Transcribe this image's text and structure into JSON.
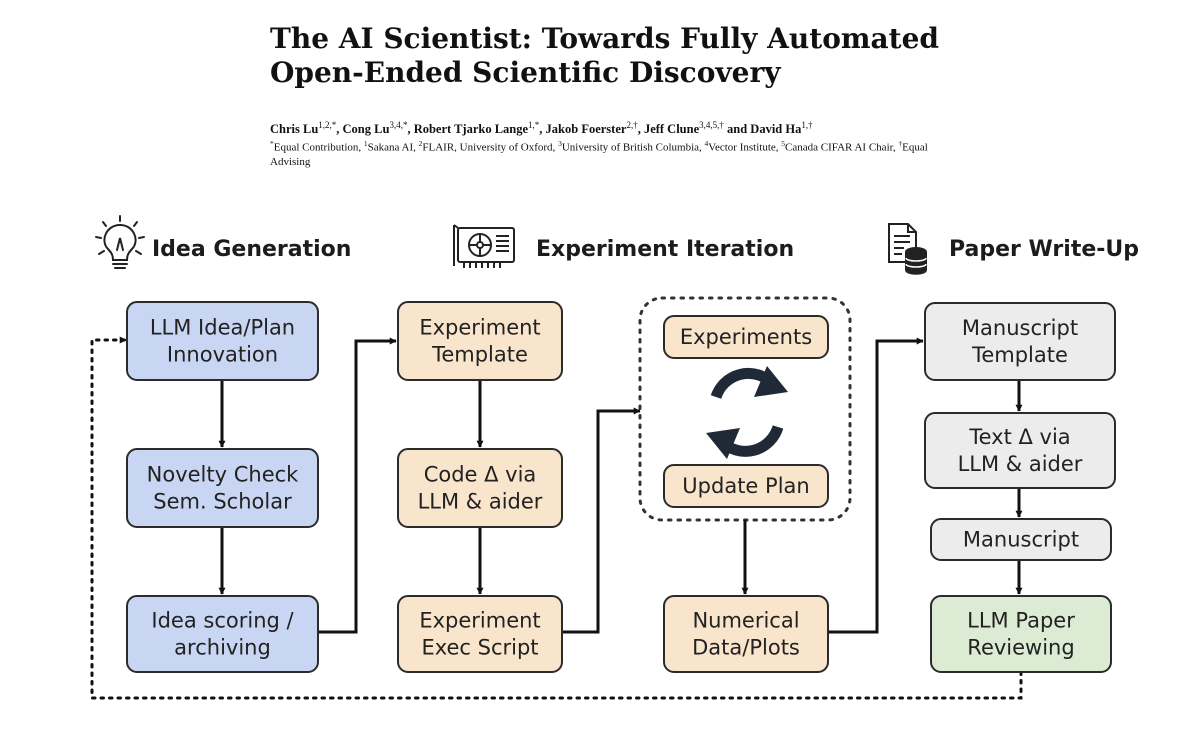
{
  "paper": {
    "title_line1": "The AI Scientist: Towards Fully Automated",
    "title_line2": "Open-Ended Scientific Discovery",
    "authors": [
      {
        "name": "Chris Lu",
        "sup": "1,2,*"
      },
      {
        "name": "Cong Lu",
        "sup": "3,4,*"
      },
      {
        "name": "Robert Tjarko Lange",
        "sup": "1,*"
      },
      {
        "name": "Jakob Foerster",
        "sup": "2,†"
      },
      {
        "name": "Jeff Clune",
        "sup": "3,4,5,†"
      },
      {
        "name": "David Ha",
        "sup": "1,†"
      }
    ],
    "author_sep": ", ",
    "author_last_sep": " and ",
    "affiliations": [
      {
        "sup": "*",
        "text": "Equal Contribution, "
      },
      {
        "sup": "1",
        "text": "Sakana AI, "
      },
      {
        "sup": "2",
        "text": "FLAIR, University of Oxford, "
      },
      {
        "sup": "3",
        "text": "University of British Columbia, "
      },
      {
        "sup": "4",
        "text": "Vector Institute, "
      },
      {
        "sup": "5",
        "text": "Canada CIFAR AI Chair, "
      },
      {
        "sup": "†",
        "text": "Equal Advising"
      }
    ]
  },
  "diagram": {
    "stages": {
      "idea": "Idea Generation",
      "experiment": "Experiment Iteration",
      "paper": "Paper Write-Up"
    },
    "icons": {
      "idea": "lightbulb-icon",
      "experiment": "gpu-card-icon",
      "paper": "document-database-icon",
      "loop": "refresh-cycle-icon"
    },
    "colors": {
      "idea_fill": "#c9d6f3",
      "experiment_fill": "#f9e4cc",
      "paper_fill": "#ececec",
      "review_fill": "#dcebd4",
      "stroke": "#2b2b2b"
    },
    "boxes": {
      "llm_idea": [
        "LLM Idea/Plan",
        "Innovation"
      ],
      "novelty": [
        "Novelty Check",
        "Sem. Scholar"
      ],
      "scoring": [
        "Idea scoring /",
        "archiving"
      ],
      "exp_template": [
        "Experiment",
        "Template"
      ],
      "code_delta": [
        "Code Δ via",
        "LLM & aider"
      ],
      "exec_script": [
        "Experiment",
        "Exec Script"
      ],
      "experiments": [
        "Experiments"
      ],
      "update_plan": [
        "Update Plan"
      ],
      "numerical": [
        "Numerical",
        "Data/Plots"
      ],
      "manu_template": [
        "Manuscript",
        "Template"
      ],
      "text_delta": [
        "Text Δ via",
        "LLM & aider"
      ],
      "manuscript": [
        "Manuscript"
      ],
      "review": [
        "LLM Paper",
        "Reviewing"
      ]
    }
  }
}
